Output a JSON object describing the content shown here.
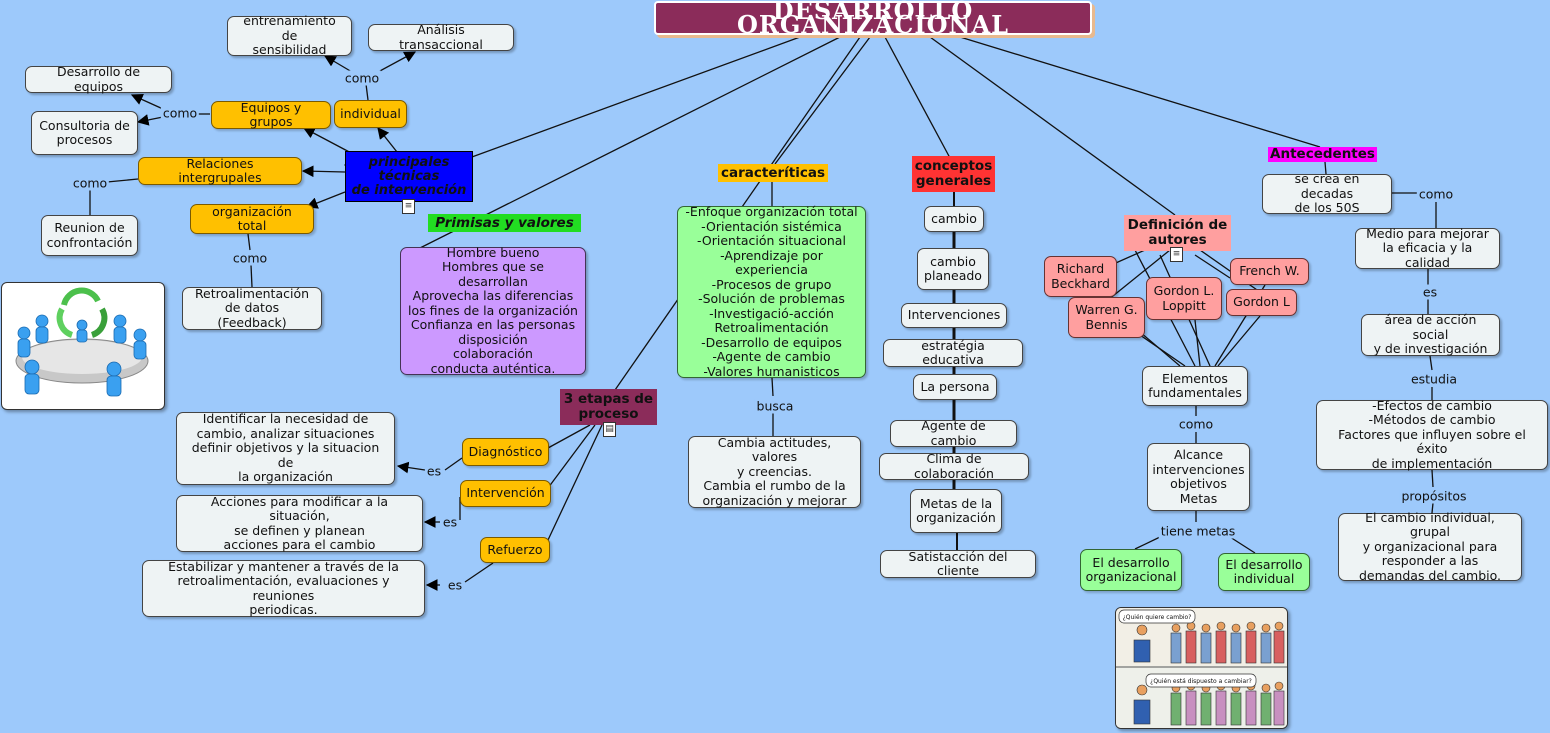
{
  "title": "DESARROLLO ORGANIZACIONAL",
  "tecnicas": {
    "header": "principales\ntécnicas\nde intervención",
    "equipos": "Equipos y grupos",
    "individual": "individual",
    "intergrupales": "Relaciones intergrupales",
    "org_total": "organización total",
    "sensibilidad": "entrenamiento de\nsensibilidad",
    "transaccional": "Análisis transaccional",
    "des_equipos": "Desarrollo de equipos",
    "consultoria": "Consultoria de\nprocesos",
    "reunion": "Reunion de\nconfrontación",
    "retro": "Retroalimentación\nde datos (Feedback)"
  },
  "primisas": {
    "header": "Primisas y valores",
    "body": "Hombre bueno\nHombres que se desarrollan\nAprovecha las diferencias\nlos fines de la organización\nConfianza en las personas\ndisposición\ncolaboración\nconducta auténtica."
  },
  "etapas": {
    "header": "3 etapas de\nproceso",
    "diagnostico": "Diagnóstico",
    "intervencion": "Intervención",
    "refuerzo": "Refuerzo",
    "diag_desc": "Identificar la necesidad de\ncambio, analizar situaciones\ndefinir objetivos y la situacion de\nla organización",
    "interv_desc": "Acciones para modificar a la situación,\nse definen y planean\nacciones para el cambio",
    "ref_desc": "Estabilizar y mantener a través de la\nretroalimentación, evaluaciones y reuniones\nperiodicas."
  },
  "caracteristicas": {
    "header": "caracteríticas",
    "body": "-Enfoque organización total\n-Orientación sistémica\n-Orientación situacional\n-Aprendizaje por experiencia\n-Procesos de grupo\n-Solución de problemas\n-Investigació-acción\nRetroalimentación\n-Desarrollo de equipos\n-Agente de cambio\n-Valores humanisticos",
    "busca_desc": "Cambia actitudes, valores\ny creencias.\nCambia el rumbo de la\norganización y mejorar"
  },
  "conceptos": {
    "header": "conceptos\ngenerales",
    "items": [
      "cambio",
      "cambio\nplaneado",
      "Intervenciones",
      "estratégia educativa",
      "La persona",
      "Agente de cambio",
      "Clima de colaboración",
      "Metas de la\norganización",
      "Satistacción del cliente"
    ]
  },
  "definicion": {
    "header": "Definición de\nautores",
    "autores": [
      "Richard\nBeckhard",
      "Warren G.\nBennis",
      "Gordon L.\nLoppitt",
      "French W.",
      "Gordon L"
    ],
    "elementos": "Elementos\nfundamentales",
    "alcance": "Alcance\nintervenciones\nobjetivos\nMetas",
    "meta1": "El desarrollo\norganizacional",
    "meta2": "El desarrollo\nindividual"
  },
  "antecedentes": {
    "header": "Antecedentes",
    "decadas": "se crea en decadas\nde los 50S",
    "medio": "Medio para mejorar\nla eficacia y la calidad",
    "area": "área de acción social\ny de investigación",
    "efectos": "-Efectos de cambio\n-Métodos de cambio\nFactores que influyen sobre el éxito\nde implementación",
    "propositos_desc": "El cambio individual, grupal\ny organizacional para\nresponder a las\ndemandas del cambio."
  },
  "labels": {
    "como": "como",
    "es": "es",
    "busca": "busca",
    "estudia": "estudia",
    "propositos": "propósitos",
    "tiene_metas": "tiene metas"
  },
  "cartoon": {
    "bubble1": "¿Quién quiere cambio?",
    "bubble2": "¿Quién está dispuesto a cambiar?"
  },
  "colors": {
    "background": "#9dc9fb",
    "title_bg": "#8b2c5a",
    "yellow": "#ffc000",
    "pink": "#ff9f9f",
    "green": "#99ff99",
    "purple": "#cc99ff",
    "blue_header": "#0000ff",
    "red_header": "#ff3333",
    "magenta_header": "#ff00ff",
    "green_header": "#00dd00"
  }
}
